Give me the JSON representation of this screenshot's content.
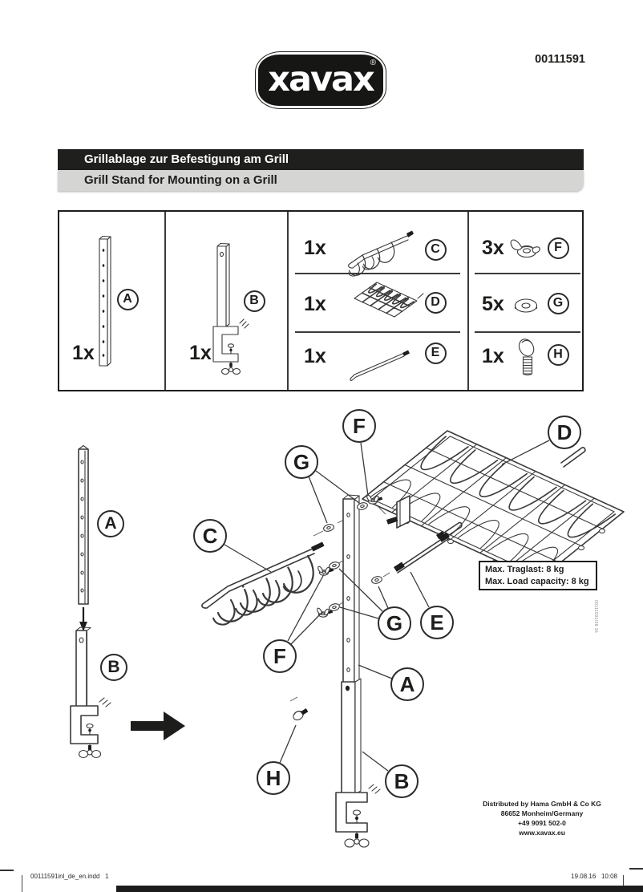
{
  "header": {
    "logo_text": "xavax",
    "registered_mark": "®",
    "product_number": "00111591"
  },
  "titles": {
    "title_de": "Grillablage zur Befestigung am Grill",
    "title_en": "Grill Stand for Mounting on a Grill"
  },
  "parts_list": {
    "items": [
      {
        "id": "A",
        "qty": "1x"
      },
      {
        "id": "B",
        "qty": "1x"
      },
      {
        "id": "C",
        "qty": "1x"
      },
      {
        "id": "D",
        "qty": "1x"
      },
      {
        "id": "E",
        "qty": "1x"
      },
      {
        "id": "F",
        "qty": "3x"
      },
      {
        "id": "G",
        "qty": "5x"
      },
      {
        "id": "H",
        "qty": "1x"
      }
    ]
  },
  "assembly": {
    "max_load_de": "Max. Traglast: 8 kg",
    "max_load_en": "Max. Load capacity: 8 kg",
    "print_code": "00111591/08.16"
  },
  "distributor": {
    "line1": "Distributed by Hama GmbH & Co KG",
    "line2": "86652 Monheim/Germany",
    "line3": "+49 9091 502-0",
    "line4": "www.xavax.eu"
  },
  "footer": {
    "document_name": "00111591inl_de_en.indd   1",
    "timestamp": "19.08.16   10:08"
  },
  "colors": {
    "ink": "#1d1d1b",
    "line_art": "#3a3a3a",
    "title_bar_dark": "#1f1f1d",
    "title_bar_light": "#d5d5d4"
  }
}
